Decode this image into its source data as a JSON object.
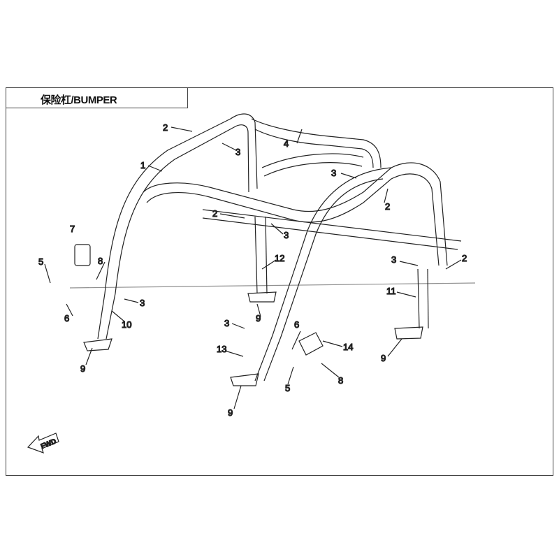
{
  "title": "保险杠/BUMPER",
  "fwd_label": "FWD",
  "callouts": [
    "2",
    "3",
    "4",
    "1",
    "3",
    "2",
    "2",
    "3",
    "7",
    "8",
    "12",
    "5",
    "3",
    "2",
    "11",
    "3",
    "6",
    "10",
    "9",
    "3",
    "6",
    "14",
    "13",
    "9",
    "8",
    "9",
    "5",
    "9"
  ]
}
